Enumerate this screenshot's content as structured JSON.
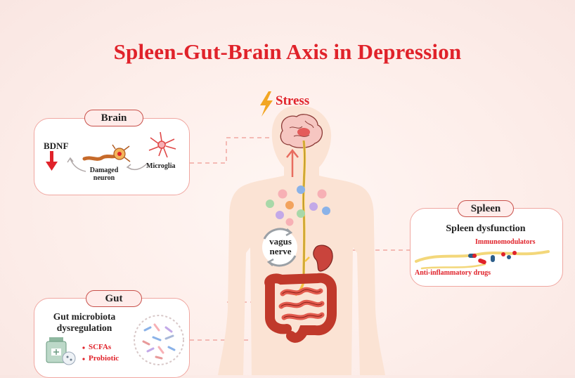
{
  "title": "Spleen-Gut-Brain Axis in Depression",
  "stress_label": "Stress",
  "vagus_label": [
    "vagus",
    "nerve"
  ],
  "brain": {
    "tag": "Brain",
    "bdnf": "BDNF",
    "damaged_neuron": [
      "Damaged",
      "neuron"
    ],
    "microglia": "Microglia"
  },
  "gut": {
    "tag": "Gut",
    "heading": [
      "Gut microbiota",
      "dysregulation"
    ],
    "items": [
      "SCFAs",
      "Probiotic"
    ]
  },
  "spleen": {
    "tag": "Spleen",
    "heading": "Spleen dysfunction",
    "immunomodulators": "Immunomodulators",
    "anti_inflammatory": "Anti-inflammatory drugs"
  },
  "colors": {
    "accent_red": "#e0222a",
    "panel_border": "#f0a7a1",
    "tag_fill": "#ffecea",
    "body_skin": "#fbe3d4",
    "nerve_yellow": "#f5c542"
  },
  "icons": [
    "lightning-icon",
    "brain-icon",
    "neuron-icon",
    "microglia-icon",
    "down-arrow-icon",
    "up-arrow-icon",
    "cycle-arrows-icon",
    "spleen-icon",
    "intestine-icon",
    "bacteria-dish-icon",
    "medicine-bottle-icon",
    "pill-icon"
  ]
}
